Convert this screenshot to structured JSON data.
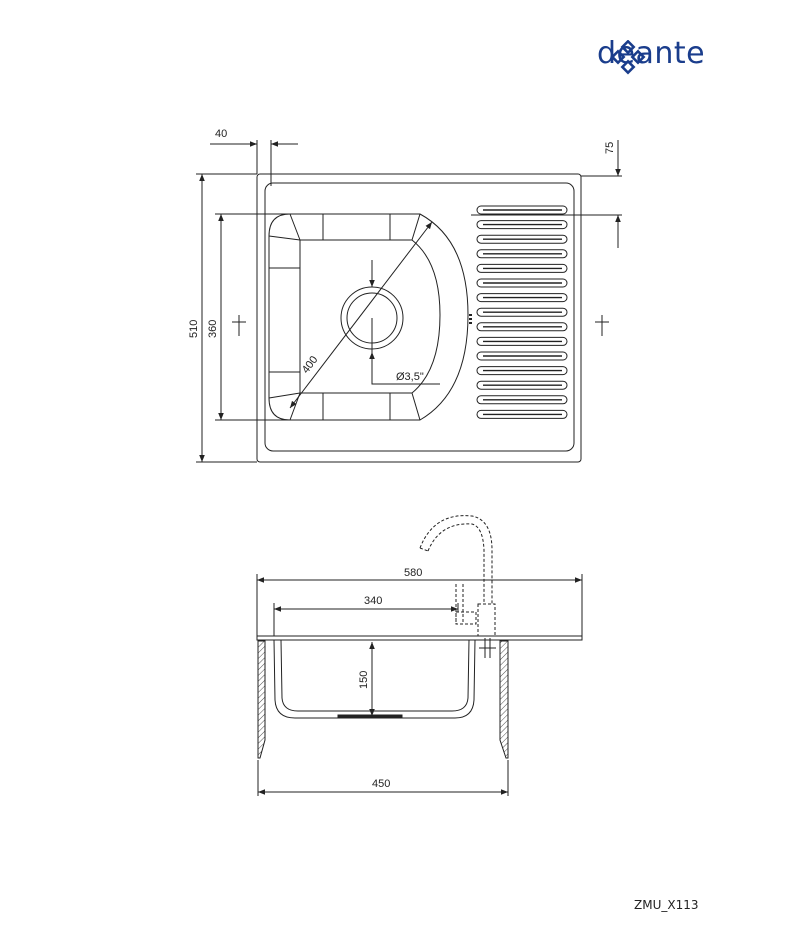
{
  "brand": {
    "name": "deante",
    "logo_icon": "deante-flower-logo-icon",
    "color": "#1a3d8c"
  },
  "model_code": "ZMU_X113",
  "line_color": "#222222",
  "top_view": {
    "dim_left_offset": "40",
    "dim_top_offset": "75",
    "dim_total_depth": "510",
    "dim_bowl_depth": "360",
    "dim_bowl_diagonal": "400",
    "dim_drain": "Ø3,5\""
  },
  "side_view": {
    "dim_total_width": "580",
    "dim_bowl_width": "340",
    "dim_bowl_height": "150",
    "dim_cabinet_width": "450"
  }
}
